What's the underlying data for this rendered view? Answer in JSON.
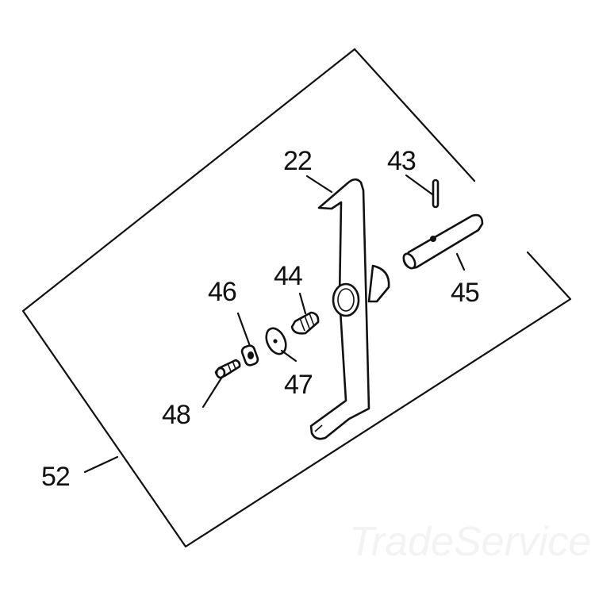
{
  "diagram": {
    "type": "exploded-parts-diagram",
    "background": "#ffffff",
    "line_color": "#111111",
    "callouts": [
      {
        "id": "22",
        "label": "22",
        "part": "lever"
      },
      {
        "id": "43",
        "label": "43",
        "part": "pin"
      },
      {
        "id": "44",
        "label": "44",
        "part": "spring"
      },
      {
        "id": "45",
        "label": "45",
        "part": "shaft"
      },
      {
        "id": "46",
        "label": "46",
        "part": "nut"
      },
      {
        "id": "47",
        "label": "47",
        "part": "washer"
      },
      {
        "id": "48",
        "label": "48",
        "part": "screw"
      },
      {
        "id": "52",
        "label": "52",
        "part": "plate"
      }
    ],
    "watermark": "TradeService"
  }
}
